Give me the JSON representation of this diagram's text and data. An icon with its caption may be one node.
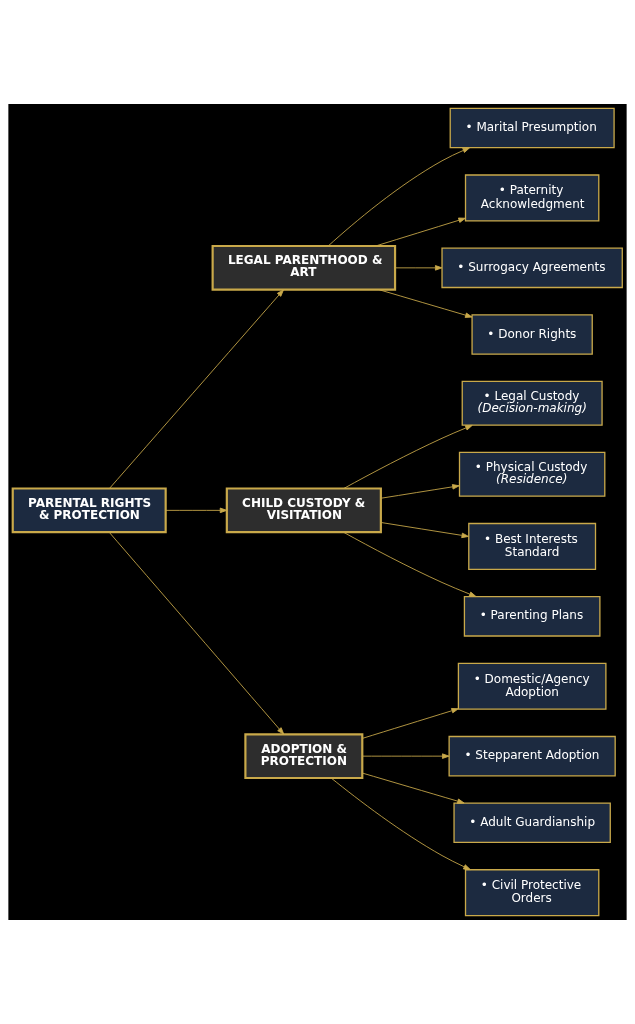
{
  "diagram": {
    "nodes": [
      {
        "text": [
          "PARENTAL RIGHTS & PROTECTION"
        ]
      },
      {
        "text": [
          "LEGAL PARENTHOOD & ART"
        ]
      },
      {
        "text": [
          "• Marital Presumption"
        ]
      },
      {
        "text": [
          "• Paternity Acknowledgment"
        ]
      },
      {
        "text": [
          "• Surrogacy Agreements"
        ]
      },
      {
        "text": [
          "• Donor Rights"
        ]
      },
      {
        "text": [
          "CHILD CUSTODY & VISITATION"
        ]
      },
      {
        "text": [
          "• Legal Custody *(Decision-making)*"
        ]
      },
      {
        "text": [
          "• Physical Custody *(Residence)*"
        ]
      },
      {
        "text": [
          "• Best Interests Standard"
        ]
      },
      {
        "text": [
          "• Parenting Plans"
        ]
      },
      {
        "text": [
          "ADOPTION & PROTECTION"
        ]
      },
      {
        "text": [
          "• Domestic/Agency Adoption"
        ]
      },
      {
        "text": [
          "• Stepparent Adoption"
        ]
      },
      {
        "text": [
          "• Adult Guardianship"
        ]
      },
      {
        "text": [
          "• Civil Protective Orders"
        ]
      }
    ],
    "edges": [
      {
        "from": 0,
        "to": 1,
        "arrow": "to"
      },
      {
        "from": 0,
        "to": 6,
        "arrow": "to"
      },
      {
        "from": 0,
        "to": 11,
        "arrow": "to"
      },
      {
        "from": 1,
        "to": 2,
        "arrow": "to"
      },
      {
        "from": 1,
        "to": 3,
        "arrow": "to"
      },
      {
        "from": 1,
        "to": 4,
        "arrow": "to"
      },
      {
        "from": 1,
        "to": 5,
        "arrow": "to"
      },
      {
        "from": 6,
        "to": 7,
        "arrow": "to"
      },
      {
        "from": 6,
        "to": 8,
        "arrow": "to"
      },
      {
        "from": 6,
        "to": 9,
        "arrow": "to"
      },
      {
        "from": 6,
        "to": 10,
        "arrow": "to"
      },
      {
        "from": 11,
        "to": 12,
        "arrow": "to"
      },
      {
        "from": 11,
        "to": 13,
        "arrow": "to"
      },
      {
        "from": 11,
        "to": 14,
        "arrow": "to"
      },
      {
        "from": 11,
        "to": 15,
        "arrow": "to"
      }
    ]
  }
}
